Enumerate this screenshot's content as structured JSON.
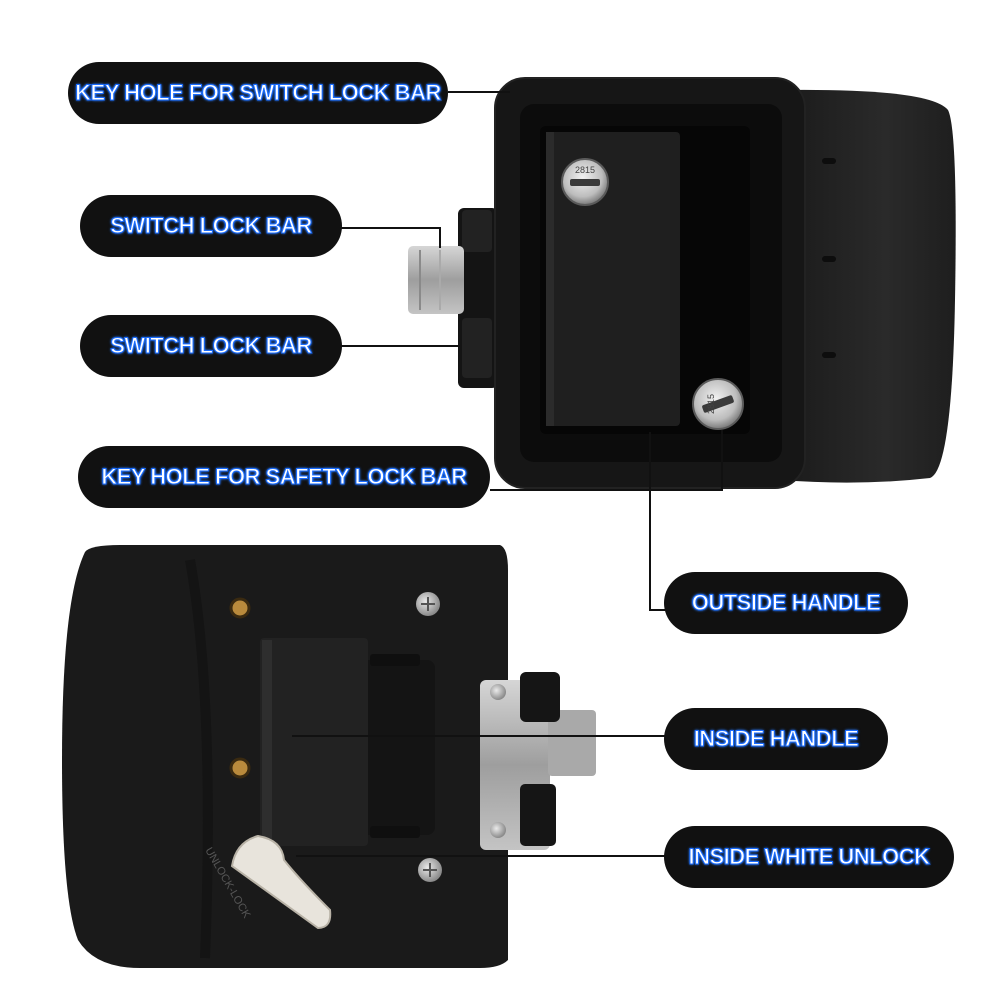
{
  "labels": {
    "key_hole_switch": "KEY HOLE FOR SWITCH LOCK BAR",
    "switch_lock_bar_1": "SWITCH LOCK BAR",
    "switch_lock_bar_2": "SWITCH LOCK BAR",
    "key_hole_safety": "KEY HOLE FOR SAFETY LOCK BAR",
    "outside_handle": "OUTSIDE HANDLE",
    "inside_handle": "INSIDE HANDLE",
    "inside_white_unlock": "INSIDE WHITE UNLOCK"
  },
  "product": {
    "key_code_top": "2815",
    "key_code_bottom": "2815",
    "dial_text": "UNLOCK-LOCK"
  },
  "colors": {
    "pill_bg": "#111111",
    "label_text": "#ffffff",
    "label_glow": "#1a6cff",
    "latch_body": "#1c1c1c",
    "metal": "#b8b8b8",
    "unlock_lever": "#e8e4dc"
  }
}
